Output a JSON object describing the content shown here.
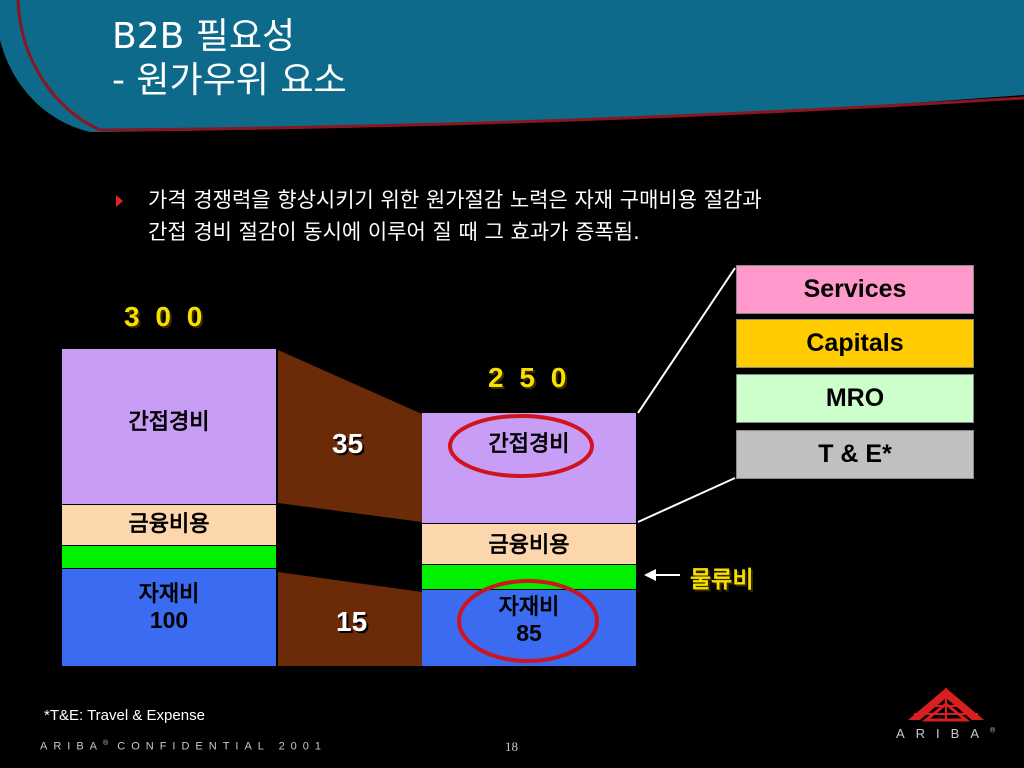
{
  "slide": {
    "title_line1": "B2B 필요성",
    "title_line2": " - 원가우위 요소",
    "bullet_line1": "가격 경쟁력을 향상시키기 위한 원가절감 노력은 자재 구매비용 절감과",
    "bullet_line2": "간접 경비 절감이 동시에 이루어 질 때 그 효과가 증폭됨.",
    "footnote": "*T&E: Travel & Expense",
    "confidential": "ARIBA",
    "confidential_rest": " CONFIDENTIAL 2001",
    "registered_mark": "®",
    "page_number": "18",
    "logo_text": "ARIBA",
    "colors": {
      "header_band": "#0e6a8a",
      "accent_line": "#8a1620",
      "indirect": "#c79df5",
      "finance": "#fcd6ad",
      "logistics": "#00f000",
      "materials": "#3a6bf0",
      "connector": "#6b2a08",
      "highlight_ring": "#d0141e",
      "yellow_text": "#f6e000"
    }
  },
  "chart_data": {
    "type": "bar",
    "categories": [
      "300",
      "250"
    ],
    "totals": [
      "3 0 0",
      "2 5 0"
    ],
    "series": [
      {
        "name": "간접경비",
        "values": [
          null,
          null
        ]
      },
      {
        "name": "금융비용",
        "values": [
          null,
          null
        ]
      },
      {
        "name": "물류비",
        "values": [
          null,
          null
        ]
      },
      {
        "name": "자재비",
        "values": [
          100,
          85
        ]
      }
    ],
    "differences": {
      "indirect": "35",
      "materials": "15"
    },
    "segment_labels": {
      "indirect": "간접경비",
      "finance": "금융비용",
      "materials": "자재비",
      "materials_before": "100",
      "materials_after": "85"
    },
    "logistics_label": "물류비",
    "legend": [
      "Services",
      "Capitals",
      "MRO",
      "T & E*"
    ],
    "legend_colors": [
      "#ff99cc",
      "#ffcc00",
      "#ccffcc",
      "#c0c0c0"
    ]
  }
}
